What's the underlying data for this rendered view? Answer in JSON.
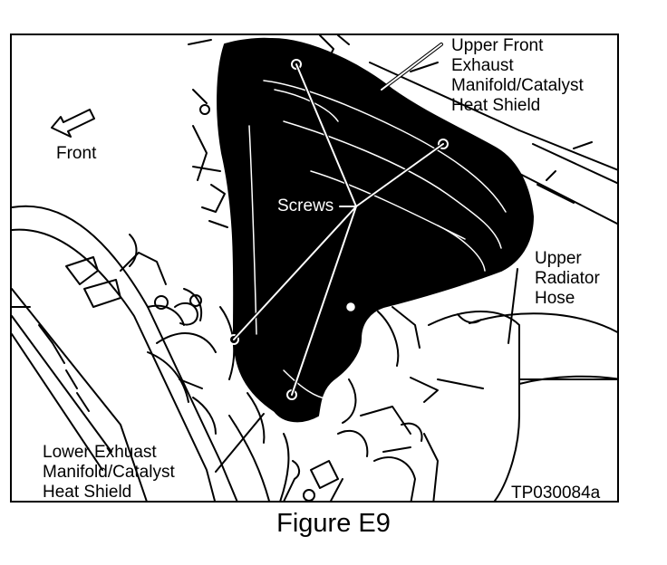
{
  "figure": {
    "caption": "Figure E9",
    "reference_code": "TP030084a"
  },
  "labels": {
    "upper_shield": [
      "Upper Front",
      "Exhaust",
      "Manifold/Catalyst",
      "Heat Shield"
    ],
    "front": "Front",
    "screws": "Screws",
    "radiator_hose": [
      "Upper",
      "Radiator",
      "Hose"
    ],
    "lower_shield": [
      "Lower Exhuast",
      "Manifold/Catalyst",
      "Heat Shield"
    ]
  },
  "icons": {
    "front_arrow": "arrow-up-left-icon"
  }
}
